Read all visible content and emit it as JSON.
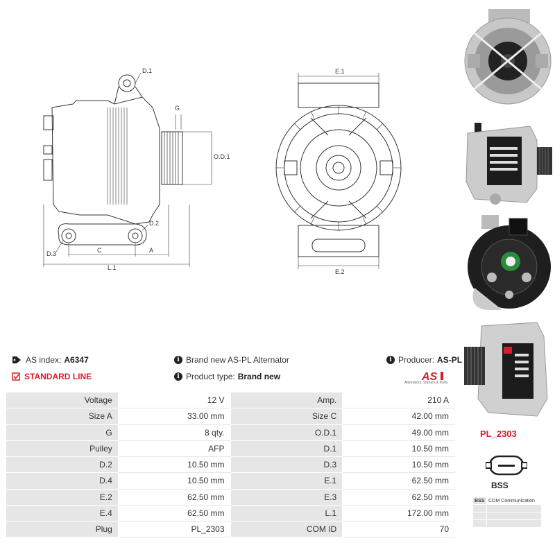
{
  "drawing": {
    "labels": {
      "d1": "D.1",
      "d2": "D.2",
      "d3": "D.3",
      "g": "G",
      "od1": "O.D.1",
      "c": "C",
      "a": "A",
      "l1": "L.1",
      "e1": "E.1",
      "e2": "E.2"
    }
  },
  "info": {
    "as_index_label": "AS index:",
    "as_index_value": "A6347",
    "standard_line": "STANDARD LINE",
    "brand_text": "Brand new AS-PL Alternator",
    "product_type_label": "Product type:",
    "product_type_value": "Brand new",
    "producer_label": "Producer:",
    "producer_value": "AS-PL",
    "logo_text": "AS",
    "logo_sub": "Alternators, Starters & Parts"
  },
  "specs": [
    {
      "l1": "Voltage",
      "v1": "12 V",
      "l2": "Amp.",
      "v2": "210 A"
    },
    {
      "l1": "Size A",
      "v1": "33.00 mm",
      "l2": "Size C",
      "v2": "42.00 mm"
    },
    {
      "l1": "G",
      "v1": "8 qty.",
      "l2": "O.D.1",
      "v2": "49.00 mm"
    },
    {
      "l1": "Pulley",
      "v1": "AFP",
      "l2": "D.1",
      "v2": "10.50 mm"
    },
    {
      "l1": "D.2",
      "v1": "10.50 mm",
      "l2": "D.3",
      "v2": "10.50 mm"
    },
    {
      "l1": "D.4",
      "v1": "10.50 mm",
      "l2": "E.1",
      "v2": "62.50 mm"
    },
    {
      "l1": "E.2",
      "v1": "62.50 mm",
      "l2": "E.3",
      "v2": "62.50 mm"
    },
    {
      "l1": "E.4",
      "v1": "62.50 mm",
      "l2": "L.1",
      "v2": "172.00 mm"
    },
    {
      "l1": "Plug",
      "v1": "PL_2303",
      "l2": "COM ID",
      "v2": "70"
    }
  ],
  "plug": {
    "code": "PL_2303",
    "label": "BSS",
    "pins": [
      {
        "pin": "BSS",
        "desc": "COM Communication"
      }
    ]
  }
}
